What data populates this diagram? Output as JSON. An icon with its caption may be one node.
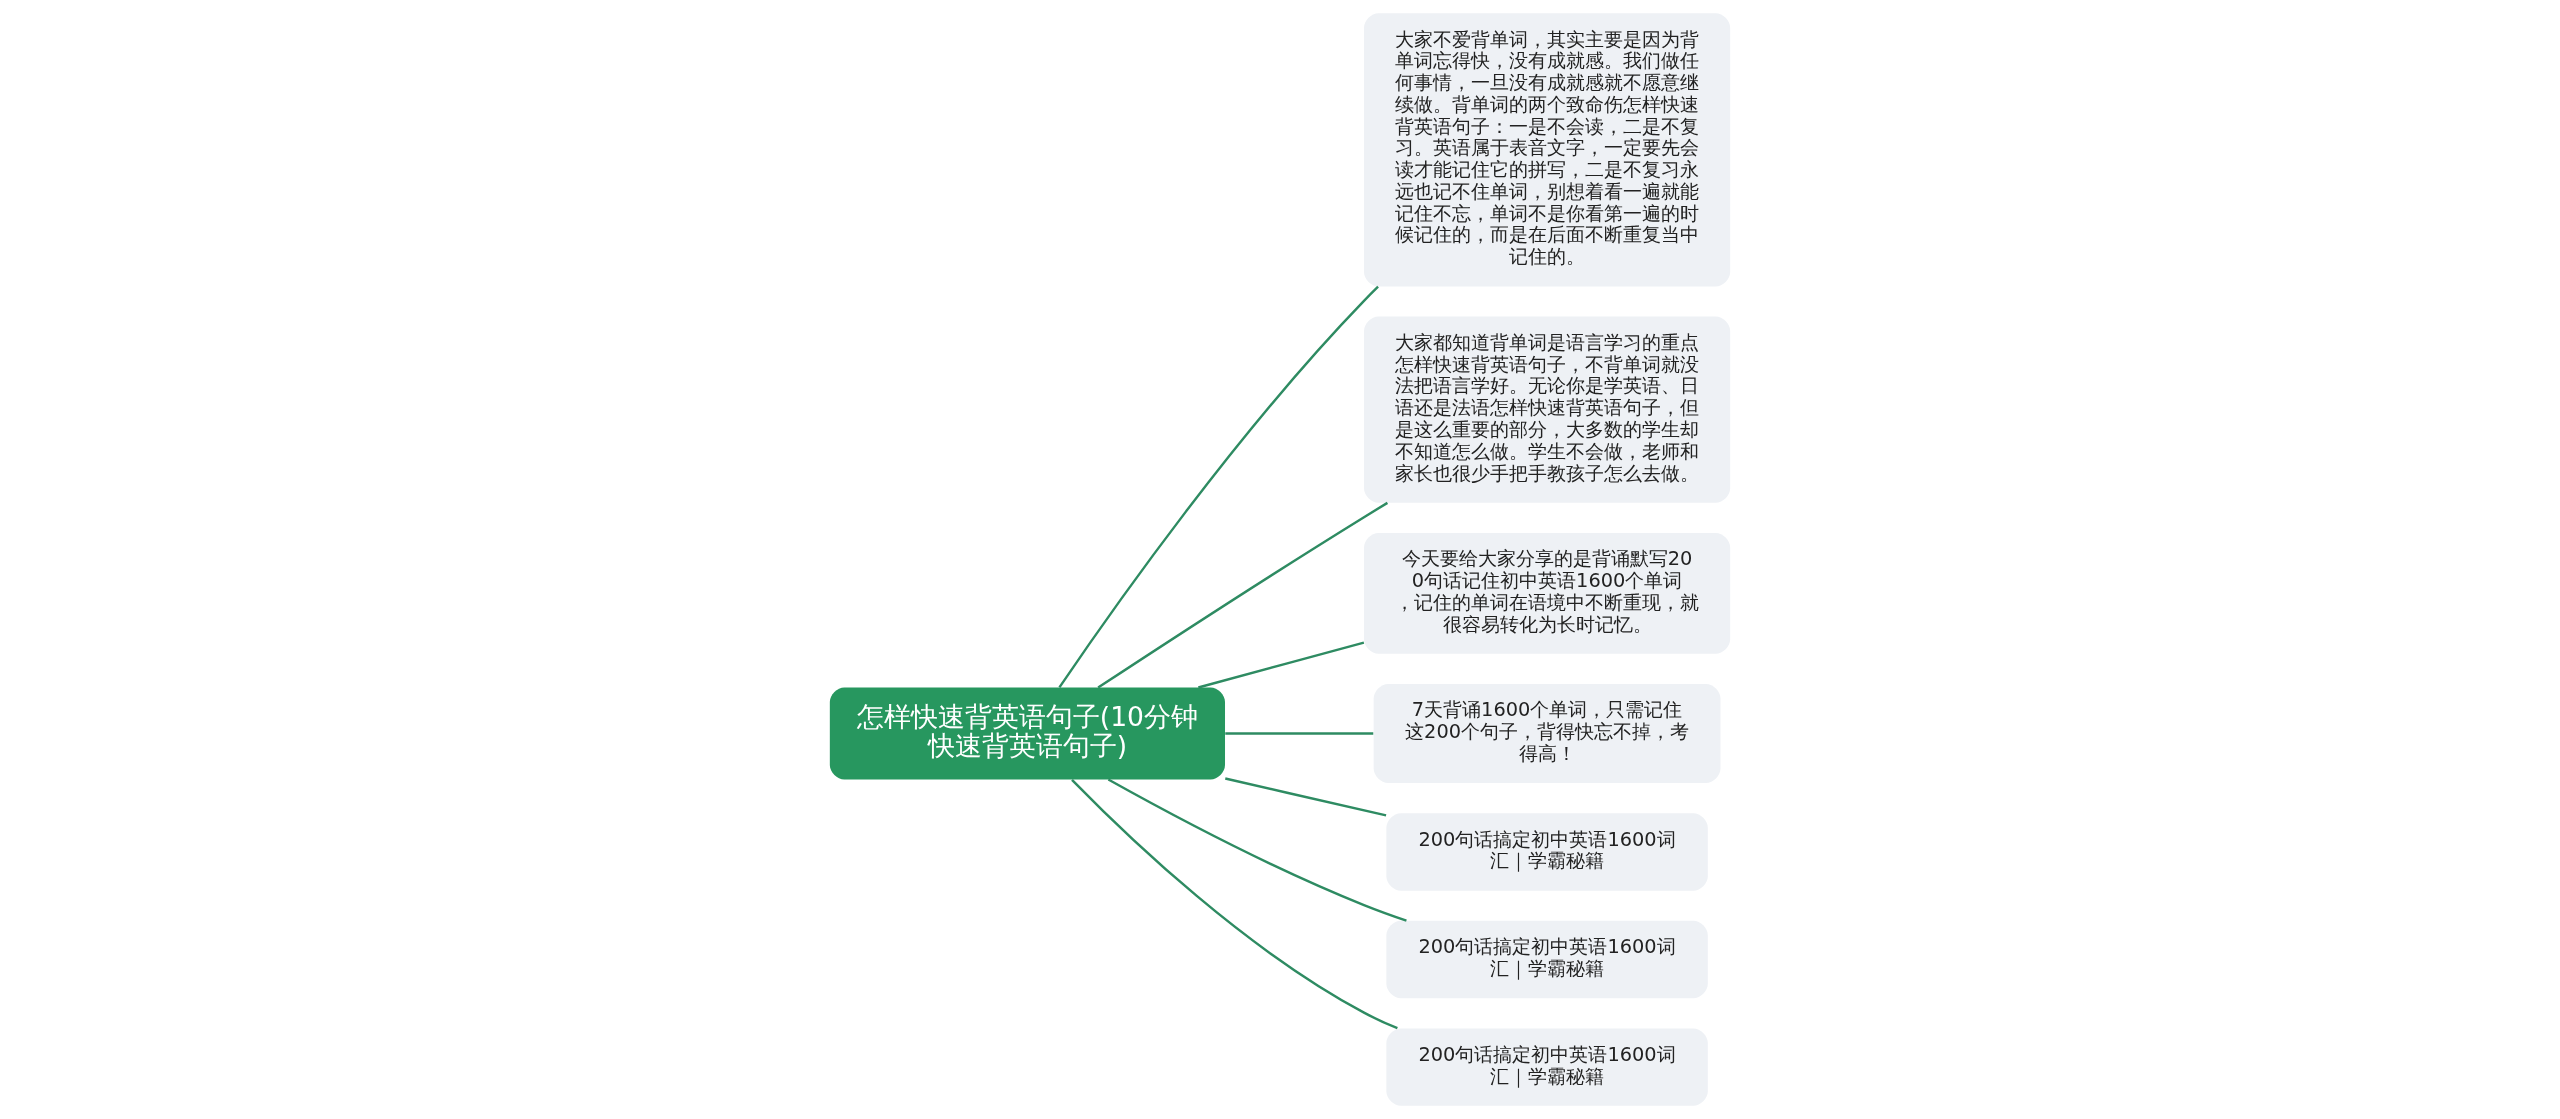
{
  "diagram": {
    "nodes": [
      {
        "text": [
          "怎样快速背英语句子(10分钟快速背英语句子)"
        ]
      },
      {
        "text": [
          "大家不爱背单词，其实主要是因为背单词忘得快，没有成就感。我们做任何事情，一旦没有成就感就不愿意继续做。背单词的两个致命伤怎样快速背英语句子：一是不会读，二是不复习。英语属于表音文字，一定要先会读才能记住它的拼写，二是不复习永远也记不住单词，别想着看一遍就能记住不忘，单词不是你看第一遍的时候记住的，而是在后面不断重复当中记住的。"
        ]
      },
      {
        "text": [
          "大家都知道背单词是语言学习的重点怎样快速背英语句子，不背单词就没法把语言学好。无论你是学英语、日语还是法语怎样快速背英语句子，但是这么重要的部分，大多数的学生却不知道怎么做。学生不会做，老师和家长也很少手把手教孩子怎么去做。"
        ]
      },
      {
        "text": [
          "今天要给大家分享的是背诵默写200句话记住初中英语1600个单词，记住的单词在语境中不断重现，就很容易转化为长时记忆。"
        ]
      },
      {
        "text": [
          "7天背诵1600个单词，只需记住这200个句子，背得快忘不掉，考得高！"
        ]
      },
      {
        "text": [
          "200句话搞定初中英语1600词汇｜学霸秘籍"
        ]
      },
      {
        "text": [
          "200句话搞定初中英语1600词汇｜学霸秘籍"
        ]
      },
      {
        "text": [
          "200句话搞定初中英语1600词汇｜学霸秘籍"
        ]
      }
    ],
    "edges": [
      {
        "from": 0,
        "to": 1,
        "arrow": "none"
      },
      {
        "from": 0,
        "to": 2,
        "arrow": "none"
      },
      {
        "from": 0,
        "to": 3,
        "arrow": "none"
      },
      {
        "from": 0,
        "to": 4,
        "arrow": "none"
      },
      {
        "from": 0,
        "to": 5,
        "arrow": "none"
      },
      {
        "from": 0,
        "to": 6,
        "arrow": "none"
      },
      {
        "from": 0,
        "to": 7,
        "arrow": "none"
      }
    ]
  }
}
